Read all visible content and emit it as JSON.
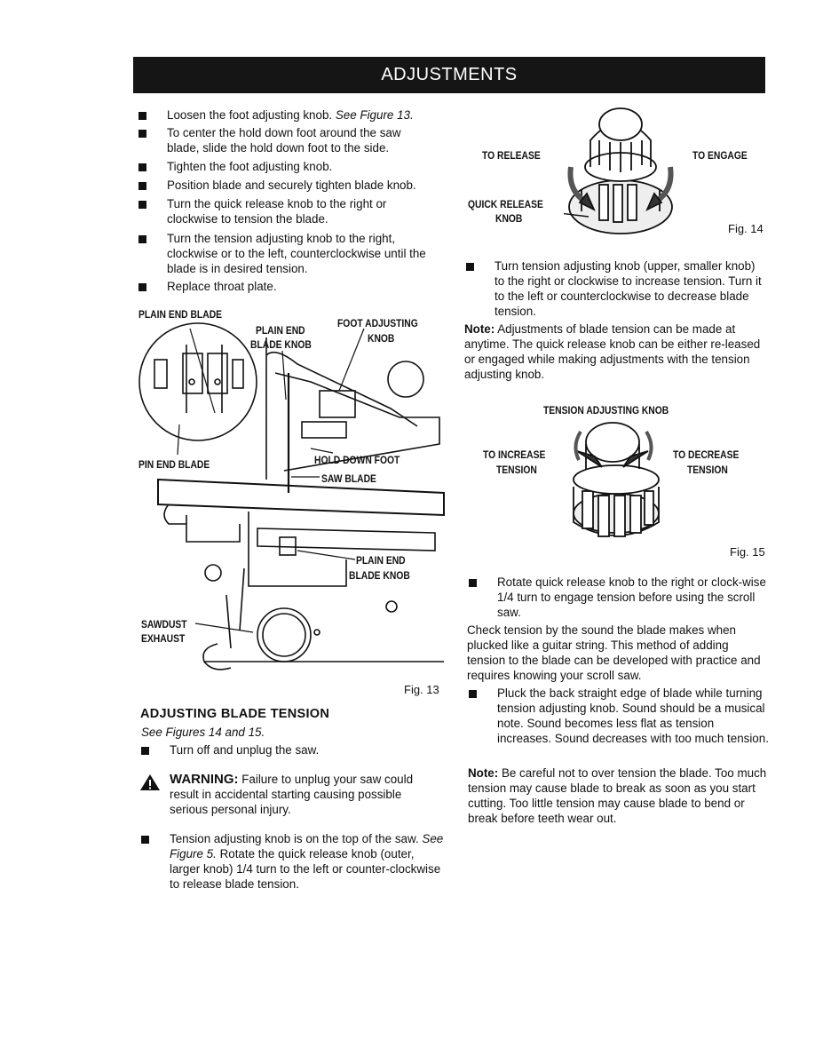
{
  "header": {
    "title": "ADJUSTMENTS"
  },
  "left_bullets": [
    {
      "text": "Loosen the foot adjusting knob.",
      "ref": "See Figure 13."
    },
    {
      "text": "To center the hold down foot around the saw blade, slide the hold down foot to the side."
    },
    {
      "text": "Tighten the foot adjusting knob."
    },
    {
      "text": "Position blade and securely tighten blade knob."
    },
    {
      "text": "Turn the quick release knob to the right or clockwise to tension the blade."
    },
    {
      "text": "Turn the tension adjusting knob to the right, clockwise or to the left, counterclockwise until the blade is in desired tension."
    },
    {
      "text": "Replace throat plate."
    }
  ],
  "fig13": {
    "caption": "Fig. 13",
    "labels": {
      "plain_end_blade": "PLAIN END BLADE",
      "plain_end_blade_knob_top_1": "PLAIN END",
      "plain_end_blade_knob_top_2": "BLADE KNOB",
      "foot_adjusting_knob_1": "FOOT ADJUSTING",
      "foot_adjusting_knob_2": "KNOB",
      "pin_end_blade": "PIN END BLADE",
      "hold_down_foot": "HOLD DOWN FOOT",
      "saw_blade": "SAW BLADE",
      "plain_end_blade_knob_bottom_1": "PLAIN END",
      "plain_end_blade_knob_bottom_2": "BLADE KNOB",
      "sawdust_exhaust_1": "SAWDUST",
      "sawdust_exhaust_2": "EXHAUST"
    }
  },
  "section": {
    "title": "ADJUSTING BLADE TENSION",
    "subtitle": "See Figures 14 and 15.",
    "bullet1": "Turn off and unplug the saw.",
    "warning_label": "WARNING:",
    "warning_text": "Failure to unplug your saw could result in accidental starting causing possible serious personal injury.",
    "bullet2_a": "Tension adjusting knob is on the top of the saw.",
    "bullet2_ref": "See Figure 5.",
    "bullet2_b": "Rotate the quick release knob (outer, larger knob) 1/4 turn to the left or counter-clockwise to release blade tension."
  },
  "fig14": {
    "caption": "Fig. 14",
    "to_release": "TO RELEASE",
    "to_engage": "TO ENGAGE",
    "quick_release_1": "QUICK RELEASE",
    "quick_release_2": "KNOB"
  },
  "right_col": {
    "bullet_tension": "Turn tension adjusting knob (upper, smaller knob) to the right or clockwise to increase tension. Turn it to the left or counterclockwise to decrease blade tension.",
    "note1_label": "Note:",
    "note1_text": "Adjustments of blade tension can be made at anytime. The quick release knob can be either re-leased or engaged while making adjustments with the tension adjusting knob.",
    "bullet_rotate": "Rotate quick release knob to the right or clock-wise 1/4 turn to engage tension before using the scroll saw.",
    "check_para": "Check tension by the sound the blade makes when plucked like a guitar string. This method of adding tension to the blade can be developed with practice and requires knowing your scroll saw.",
    "bullet_pluck": "Pluck the back straight edge of blade while turning tension adjusting knob. Sound should be a musical note. Sound becomes less flat as tension increases. Sound decreases with too much tension.",
    "note2_label": "Note:",
    "note2_text": "Be careful not to over tension the blade. Too much tension may cause blade to break as soon as you start cutting. Too little tension may cause blade to bend or break before teeth wear out."
  },
  "fig15": {
    "caption": "Fig. 15",
    "title": "TENSION ADJUSTING KNOB",
    "to_increase_1": "TO INCREASE",
    "to_increase_2": "TENSION",
    "to_decrease_1": "TO DECREASE",
    "to_decrease_2": "TENSION"
  }
}
